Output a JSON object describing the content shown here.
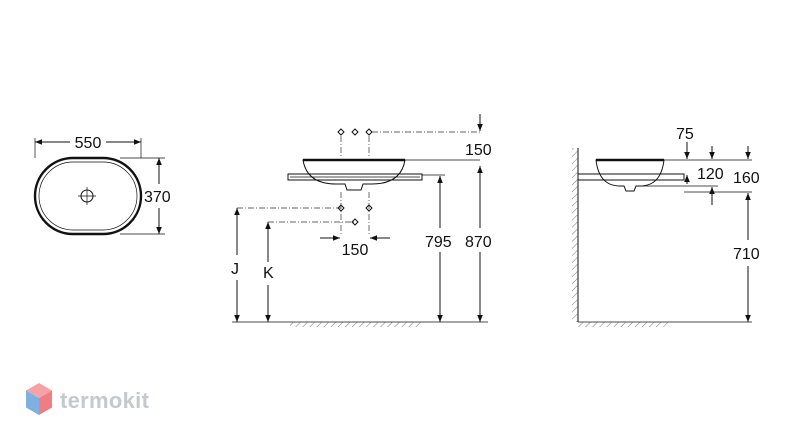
{
  "top_view": {
    "width_label": "550",
    "depth_label": "370"
  },
  "front_view": {
    "tap_spacing_top_label": "150",
    "tap_spacing_bottom_label": "150",
    "label_795": "795",
    "label_870": "870",
    "label_j": "J",
    "label_k": "K"
  },
  "side_view": {
    "label_75": "75",
    "label_120": "120",
    "label_160": "160",
    "label_710": "710"
  },
  "watermark": {
    "brand": "termokit",
    "colors": {
      "top": "#f4a3a8",
      "left": "#7fb0e0",
      "right": "#f07c84",
      "text": "#c4c8cf"
    }
  }
}
